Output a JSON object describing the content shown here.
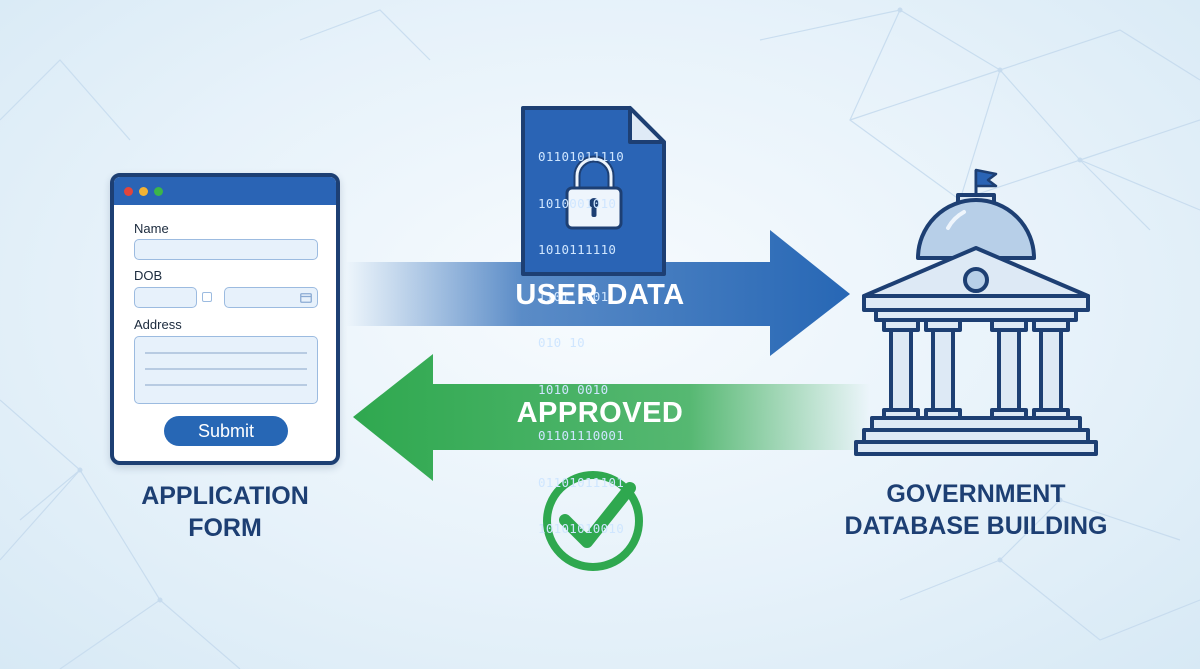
{
  "form": {
    "name_label": "Name",
    "dob_label": "DOB",
    "address_label": "Address",
    "submit_label": "Submit",
    "caption": "APPLICATION\nFORM"
  },
  "arrows": {
    "outgoing_label": "USER DATA",
    "return_label": "APPROVED"
  },
  "document": {
    "binary_lines": [
      "01101011110",
      "1010001010",
      "1010111110",
      "1101 1001",
      "010 10",
      "1010 0010",
      "01101110001",
      "01101011101",
      "10101010010"
    ]
  },
  "building": {
    "caption": "GOVERNMENT\nDATABASE BUILDING"
  },
  "icons": {
    "document": "encrypted-file-icon",
    "lock": "padlock-icon",
    "check": "check-circle-icon",
    "building": "government-building-icon",
    "calendar": "calendar-icon"
  },
  "colors": {
    "primary_blue": "#2767b5",
    "dark_navy": "#1d3f73",
    "approved_green": "#2fa84f",
    "building_fill": "#dde9f5"
  }
}
